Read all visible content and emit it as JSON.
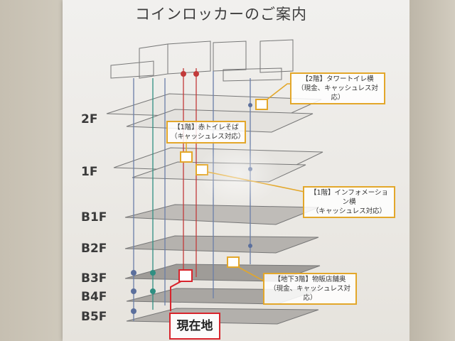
{
  "title": "コインロッカーのご案内",
  "floors": [
    "2F",
    "1F",
    "B1F",
    "B2F",
    "B3F",
    "B4F",
    "B5F"
  ],
  "callouts": {
    "tower_toilet": {
      "line1": "【2階】タワートイレ横",
      "line2": "（現金、キャッシュレス対応）"
    },
    "red_toilet": {
      "line1": "【1階】赤トイレそば",
      "line2": "（キャッシュレス対応）"
    },
    "information": {
      "line1": "【1階】インフォメーション横",
      "line2": "（キャッシュレス対応）"
    },
    "lost_found": {
      "line1": "【地下3階】物販店舗奥",
      "line2": "（現金、キャッシュレス対応）"
    }
  },
  "current_location": "現在地",
  "colors": {
    "accent": "#e3a72a",
    "here": "#d8242c",
    "paper": "#eeedea"
  }
}
